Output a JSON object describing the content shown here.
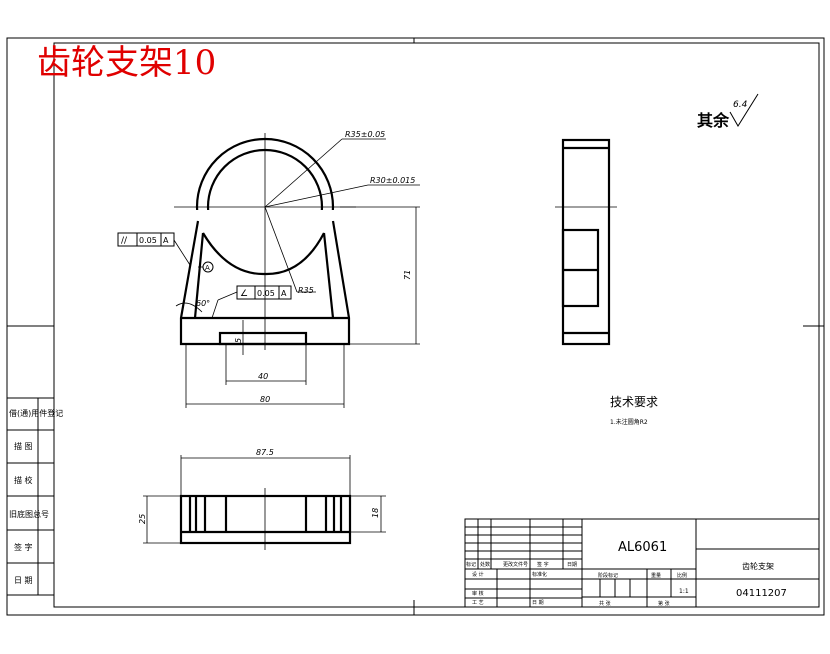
{
  "watermark": "齿轮支架10",
  "roughness": {
    "label": "其余",
    "value": "6.4"
  },
  "dimensions": {
    "r_outer": "R35±0.05",
    "r_inner": "R30±0.015",
    "r_small": "R35",
    "height": "71",
    "slot_depth": "5",
    "slot_width": "40",
    "base_width": "80",
    "top_width": "87.5",
    "side_h1": "25",
    "side_h2": "18",
    "angle": "60°"
  },
  "tolerances": {
    "parallel": {
      "symbol": "//",
      "value": "0.05",
      "datum": "A"
    },
    "angularity": {
      "symbol": "∠",
      "value": "0.05",
      "datum": "A"
    },
    "datum_label": "A"
  },
  "tech_req": {
    "title": "技术要求",
    "line1": "1.未注圆角R2"
  },
  "title_block": {
    "material": "AL6061",
    "part_name": "齿轮支架",
    "drawing_no": "04111207",
    "scale": "1:1",
    "grid_labels": [
      "标记",
      "处数",
      "更改文件号",
      "签 字",
      "日期",
      "设 计",
      "标准化",
      "审 核",
      "工 艺",
      "日 期"
    ],
    "stage_labels": [
      "阶段标记",
      "重量",
      "比例"
    ],
    "sheet_labels": [
      "共 张",
      "第 张"
    ]
  },
  "side_labels": [
    "借(通)用件登记",
    "描 图",
    "描 校",
    "旧底图总号",
    "签 字",
    "日 期"
  ]
}
